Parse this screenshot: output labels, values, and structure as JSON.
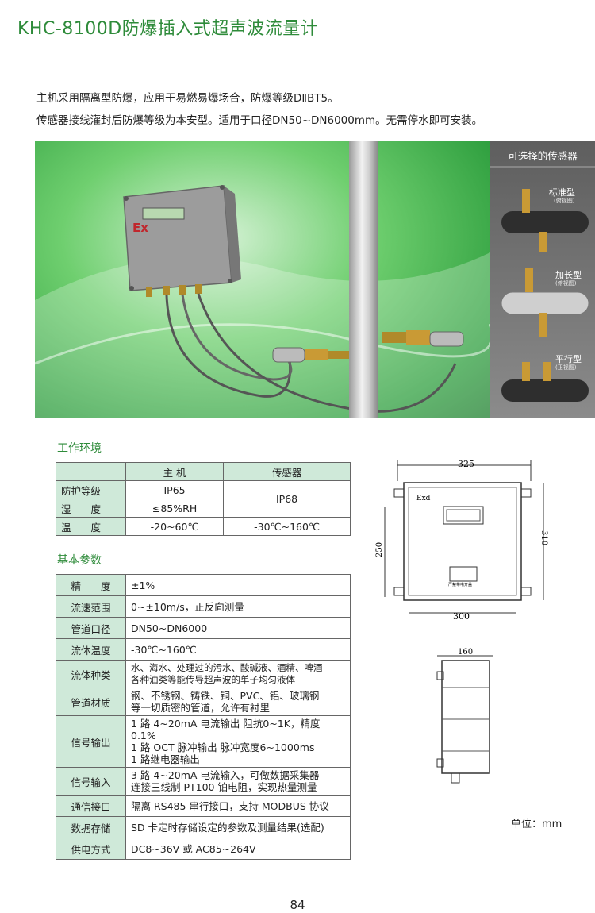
{
  "title": "KHC-8100D防爆插入式超声波流量计",
  "intro": {
    "line1": "主机采用隔离型防爆，应用于易燃易爆场合，防爆等级DⅡBT5。",
    "line2": "传感器接线灌封后防爆等级为本安型。适用于口径DN50~DN6000mm。无需停水即可安装。"
  },
  "photo": {
    "box_label": "Ex",
    "sensor_panel_title": "可选择的传感器",
    "sensor_types": [
      {
        "name": "标准型",
        "note": "(俯视图)"
      },
      {
        "name": "加长型",
        "note": "(俯视图)"
      },
      {
        "name": "平行型",
        "note": "(正视图)"
      }
    ]
  },
  "env": {
    "title": "工作环境",
    "headers": [
      "",
      "主 机",
      "传感器"
    ],
    "rows": [
      {
        "label": "防护等级",
        "host": "IP65"
      },
      {
        "label": "湿　　度",
        "host": "≤85%RH"
      },
      {
        "label": "温　　度",
        "host": "-20~60℃",
        "sensor": "-30℃~160℃"
      }
    ],
    "sensor_merged": "IP68"
  },
  "params": {
    "title": "基本参数",
    "rows": [
      {
        "label": "精　　度",
        "lines": [
          "±1%"
        ]
      },
      {
        "label": "流速范围",
        "lines": [
          "0~±10m/s，正反向测量"
        ]
      },
      {
        "label": "管道口径",
        "lines": [
          "DN50~DN6000"
        ]
      },
      {
        "label": "流体温度",
        "lines": [
          "-30℃~160℃"
        ]
      },
      {
        "label": "流体种类",
        "lines": [
          "水、海水、处理过的污水、酸碱液、酒精、啤酒",
          "各种油类等能传导超声波的单子均匀液体"
        ]
      },
      {
        "label": "管道材质",
        "lines": [
          "钢、不锈钢、铸铁、铜、PVC、铝、玻璃钢",
          "等一切质密的管道，允许有衬里"
        ]
      },
      {
        "label": "信号输出",
        "lines": [
          "1 路 4~20mA 电流输出  阻抗0~1K，精度0.1%",
          "1 路 OCT 脉冲输出  脉冲宽度6~1000ms",
          "1 路继电器输出"
        ]
      },
      {
        "label": "信号输入",
        "lines": [
          "3 路 4~20mA 电流输入，可做数据采集器",
          "连接三线制 PT100 铂电阻，实现热量测量"
        ]
      },
      {
        "label": "通信接口",
        "lines": [
          "隔离 RS485 串行接口，支持 MODBUS 协议"
        ]
      },
      {
        "label": "数据存储",
        "lines": [
          "SD 卡定时存储设定的参数及测量结果(选配)"
        ]
      },
      {
        "label": "供电方式",
        "lines": [
          "DC8~36V 或 AC85~264V"
        ]
      }
    ]
  },
  "drawing": {
    "width_top": "325",
    "height_left": "250",
    "height_right": "310",
    "width_bottom": "300",
    "side_width": "160",
    "front_label": "Exd",
    "plate_text": "严禁带电开盖"
  },
  "unit": "单位：mm",
  "page_number": "84"
}
